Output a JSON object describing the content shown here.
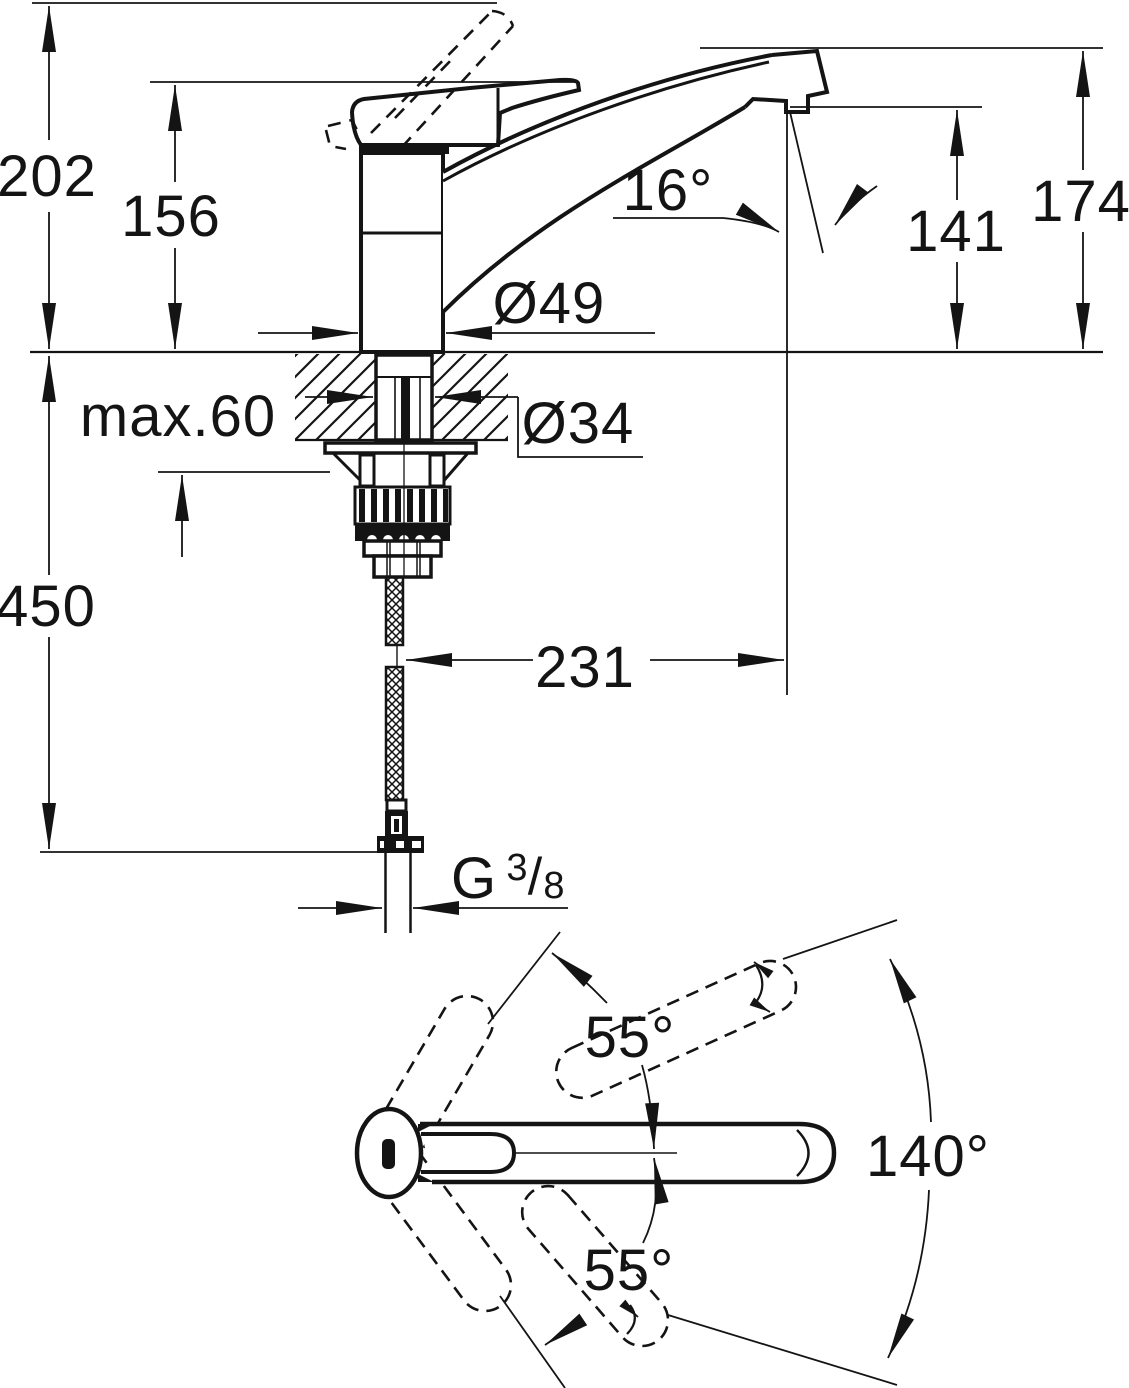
{
  "page": {
    "background": "#ffffff",
    "ink": "#141414"
  },
  "drawing": {
    "kind": "faucet-installation-dimension-drawing",
    "side_view": {
      "height_total": "202",
      "height_to_lever": "156",
      "height_max": "174",
      "height_spout_outlet": "141",
      "spout_angle": "16°",
      "body_diameter": "Ø49",
      "hole_diameter": "Ø34",
      "deck_thickness_max": "max.60",
      "hose_length": "450",
      "spout_reach": "231",
      "thread_g": "G",
      "thread_numerator": "3",
      "thread_slash": "/",
      "thread_denominator": "8"
    },
    "bottom_view": {
      "handle_angle_up": "55°",
      "handle_angle_down": "55°",
      "swivel_range": "140°"
    }
  }
}
